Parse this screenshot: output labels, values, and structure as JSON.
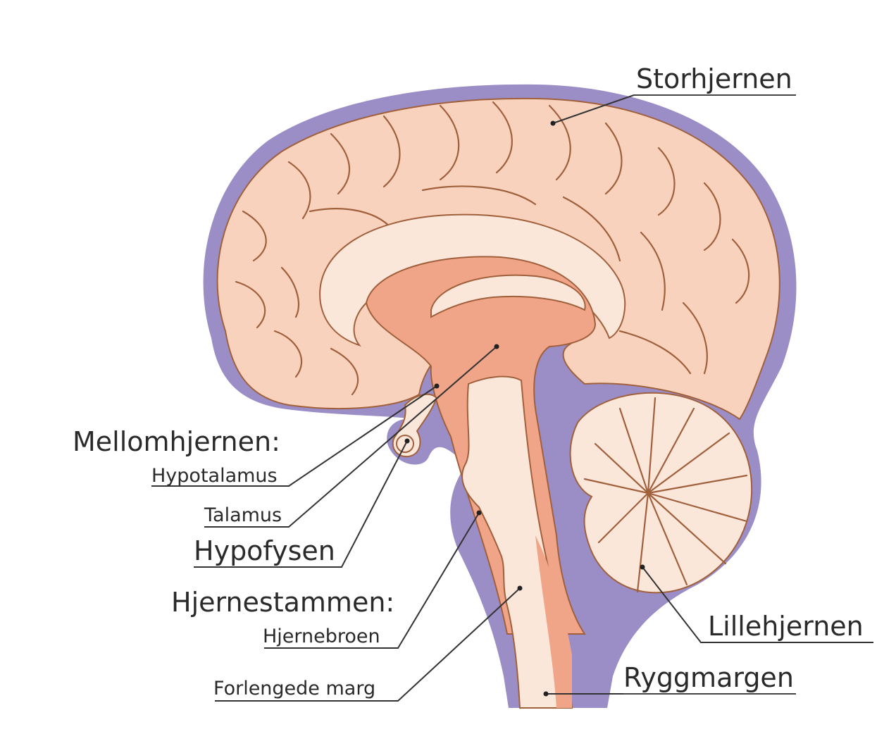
{
  "labels": {
    "storhjernen": "Storhjernen",
    "mellomhjernen": "Mellomhjernen:",
    "hypotalamus": "Hypotalamus",
    "talamus": "Talamus",
    "hypofysen": "Hypofysen",
    "hjernestammen": "Hjernestammen:",
    "hjernebroen": "Hjernebroen",
    "forlengede_marg": "Forlengede marg",
    "lillehjernen": "Lillehjernen",
    "ryggmargen": "Ryggmargen"
  },
  "colors": {
    "meninges": "#9b8dc6",
    "cortex": "#f8d2bd",
    "callosum": "#fbe6da",
    "thalamus": "#f0a488",
    "outline": "#a0603c",
    "text": "#2a2a2a"
  }
}
